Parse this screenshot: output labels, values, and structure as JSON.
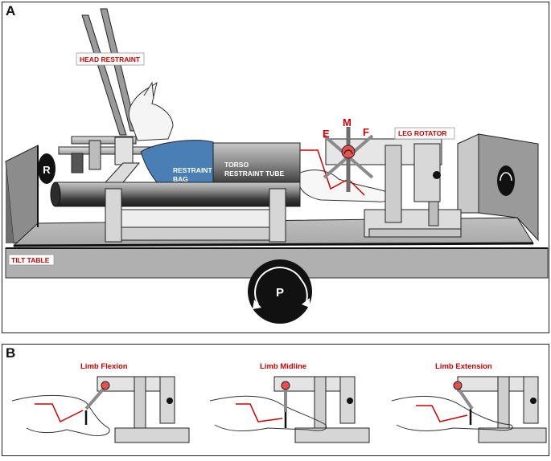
{
  "panel_a": {
    "letter": "A",
    "labels": {
      "head_restraint": "HEAD RESTRAINT",
      "restraint_bag_1": "RESTRAINT",
      "restraint_bag_2": "BAG",
      "torso_tube_1": "TORSO",
      "torso_tube_2": "RESTRAINT TUBE",
      "leg_rotator": "LEG ROTATOR",
      "tilt_table": "TILT TABLE",
      "e": "E",
      "m": "M",
      "f": "F",
      "r": "R",
      "p": "P"
    }
  },
  "panel_b": {
    "letter": "B",
    "positions": [
      "Limb Flexion",
      "Limb Midline",
      "Limb Extension"
    ]
  },
  "colors": {
    "accent_red": "#d40000",
    "restraint_bag_blue": "#4a7fb5",
    "joint_red": "#e85050"
  }
}
